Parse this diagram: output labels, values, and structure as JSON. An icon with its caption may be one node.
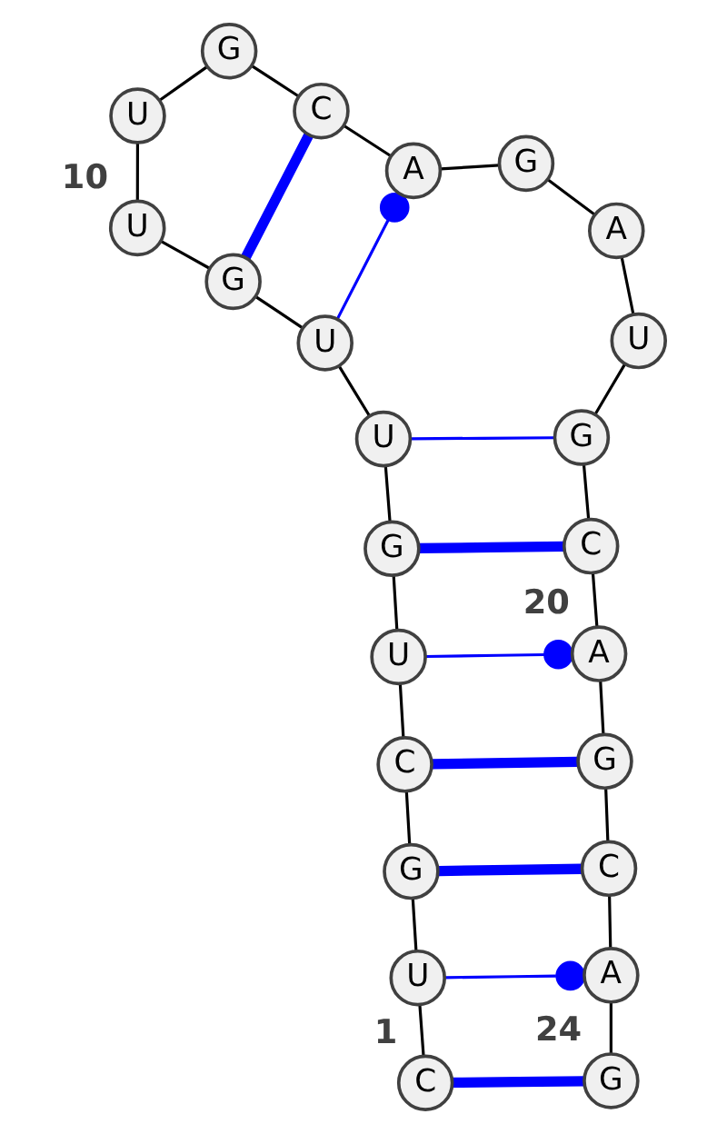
{
  "diagram": {
    "nodes": [
      {
        "text": [
          "C"
        ],
        "beside": [
          "1"
        ]
      },
      {
        "text": [
          "U"
        ]
      },
      {
        "text": [
          "G"
        ]
      },
      {
        "text": [
          "C"
        ]
      },
      {
        "text": [
          "U"
        ]
      },
      {
        "text": [
          "G"
        ]
      },
      {
        "text": [
          "U"
        ]
      },
      {
        "text": [
          "U"
        ]
      },
      {
        "text": [
          "G"
        ]
      },
      {
        "text": [
          "U"
        ],
        "beside": [
          "10"
        ]
      },
      {
        "text": [
          "U"
        ]
      },
      {
        "text": [
          "G"
        ]
      },
      {
        "text": [
          "C"
        ]
      },
      {
        "text": [
          "A"
        ]
      },
      {
        "text": [
          "G"
        ]
      },
      {
        "text": [
          "A"
        ]
      },
      {
        "text": [
          "U"
        ]
      },
      {
        "text": [
          "G"
        ]
      },
      {
        "text": [
          "C"
        ]
      },
      {
        "text": [
          "A"
        ],
        "beside": [
          "20"
        ]
      },
      {
        "text": [
          "G"
        ]
      },
      {
        "text": [
          "C"
        ]
      },
      {
        "text": [
          "A"
        ]
      },
      {
        "text": [
          "G"
        ],
        "beside": [
          "24"
        ]
      }
    ],
    "edges": [
      {
        "from": 0,
        "to": 1,
        "arrow": "none"
      },
      {
        "from": 1,
        "to": 2,
        "arrow": "none"
      },
      {
        "from": 2,
        "to": 3,
        "arrow": "none"
      },
      {
        "from": 3,
        "to": 4,
        "arrow": "none"
      },
      {
        "from": 4,
        "to": 5,
        "arrow": "none"
      },
      {
        "from": 5,
        "to": 6,
        "arrow": "none"
      },
      {
        "from": 6,
        "to": 7,
        "arrow": "none"
      },
      {
        "from": 7,
        "to": 8,
        "arrow": "none"
      },
      {
        "from": 8,
        "to": 9,
        "arrow": "none"
      },
      {
        "from": 9,
        "to": 10,
        "arrow": "none"
      },
      {
        "from": 10,
        "to": 11,
        "arrow": "none"
      },
      {
        "from": 11,
        "to": 12,
        "arrow": "none"
      },
      {
        "from": 12,
        "to": 13,
        "arrow": "none"
      },
      {
        "from": 13,
        "to": 14,
        "arrow": "none"
      },
      {
        "from": 14,
        "to": 15,
        "arrow": "none"
      },
      {
        "from": 15,
        "to": 16,
        "arrow": "none"
      },
      {
        "from": 16,
        "to": 17,
        "arrow": "none"
      },
      {
        "from": 17,
        "to": 18,
        "arrow": "none"
      },
      {
        "from": 18,
        "to": 19,
        "arrow": "none"
      },
      {
        "from": 19,
        "to": 20,
        "arrow": "none"
      },
      {
        "from": 20,
        "to": 21,
        "arrow": "none"
      },
      {
        "from": 21,
        "to": 22,
        "arrow": "none"
      },
      {
        "from": 22,
        "to": 23,
        "arrow": "none"
      },
      {
        "from": 0,
        "to": 23,
        "arrow": "none",
        "style": "thick",
        "color": "#0000ff"
      },
      {
        "from": 1,
        "to": 22,
        "arrow": "other",
        "color": "#0000ff"
      },
      {
        "from": 2,
        "to": 21,
        "arrow": "none",
        "style": "thick",
        "color": "#0000ff"
      },
      {
        "from": 3,
        "to": 20,
        "arrow": "none",
        "style": "thick",
        "color": "#0000ff"
      },
      {
        "from": 4,
        "to": 19,
        "arrow": "other",
        "color": "#0000ff"
      },
      {
        "from": 5,
        "to": 18,
        "arrow": "none",
        "style": "thick",
        "color": "#0000ff"
      },
      {
        "from": 6,
        "to": 17,
        "arrow": "none",
        "color": "#0000ff"
      },
      {
        "from": 7,
        "to": 13,
        "arrow": "other",
        "color": "#0000ff"
      },
      {
        "from": 8,
        "to": 12,
        "arrow": "none",
        "style": "thick",
        "color": "#0000ff"
      }
    ]
  }
}
